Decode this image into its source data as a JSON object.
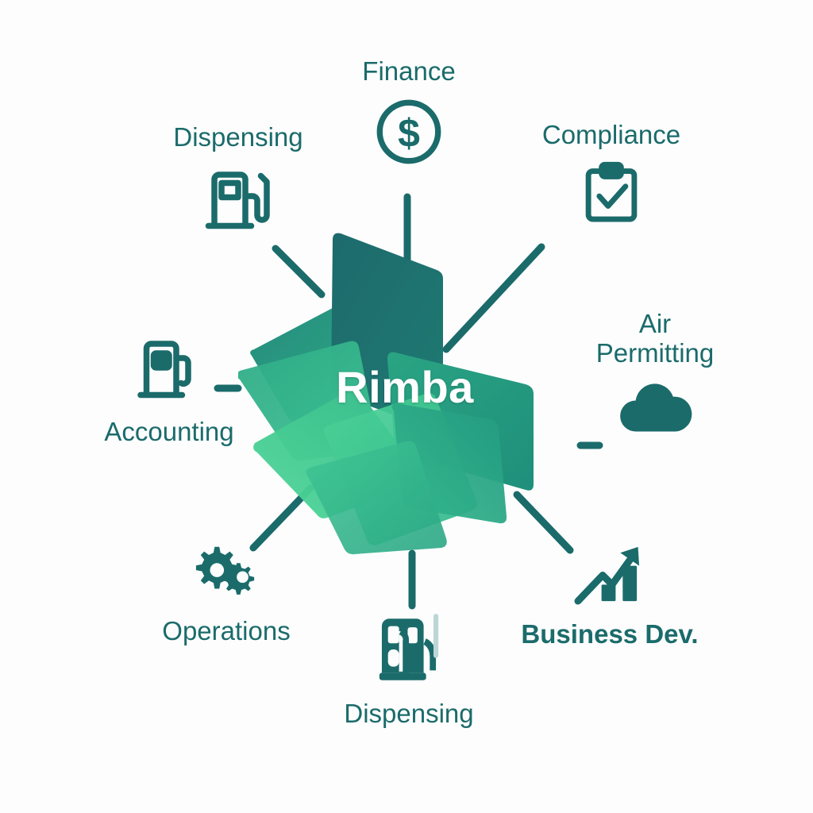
{
  "diagram": {
    "type": "hub-and-spoke",
    "center": {
      "title": "Rimba",
      "logo_name": "rimba-pinwheel-logo"
    },
    "colors": {
      "background": "#fdfdfd",
      "label_text": "#1b6b6b",
      "icon": "#1b6b6b",
      "connector": "#1b6b6b",
      "center_title": "#ffffff",
      "logo_dark_teal": "#1d6a6d",
      "logo_teal": "#1f8a79",
      "logo_green": "#23967e",
      "logo_mid_green": "#35b48c",
      "logo_light_green": "#4ed797",
      "logo_pale_green": "#5fe0a2"
    },
    "nodes": [
      {
        "id": "finance",
        "label": "Finance",
        "icon": "dollar-coin-icon",
        "label_position": "above",
        "connector": "vertical-line"
      },
      {
        "id": "dispensing-top-left",
        "label": "Dispensing",
        "icon": "fuel-pump-icon",
        "label_position": "above",
        "connector": "diagonal-line"
      },
      {
        "id": "compliance",
        "label": "Compliance",
        "icon": "clipboard-check-icon",
        "label_position": "above",
        "connector": "diagonal-line"
      },
      {
        "id": "air-permitting",
        "label": "Air\nPermitting",
        "icon": "cloud-icon",
        "label_position": "above",
        "connector": "short-dash"
      },
      {
        "id": "accounting",
        "label": "Accounting",
        "icon": "fuel-pump-outline-icon",
        "label_position": "below",
        "connector": "short-dash"
      },
      {
        "id": "operations",
        "label": "Operations",
        "icon": "gears-icon",
        "label_position": "below",
        "connector": "diagonal-line"
      },
      {
        "id": "dispensing-bottom",
        "label": "Dispensing",
        "icon": "fuel-pump-solid-icon",
        "label_position": "below",
        "connector": "vertical-line"
      },
      {
        "id": "business-dev",
        "label": "Business Dev.",
        "icon": "growth-chart-icon",
        "label_position": "below",
        "connector": "diagonal-line",
        "bold": true
      }
    ]
  }
}
